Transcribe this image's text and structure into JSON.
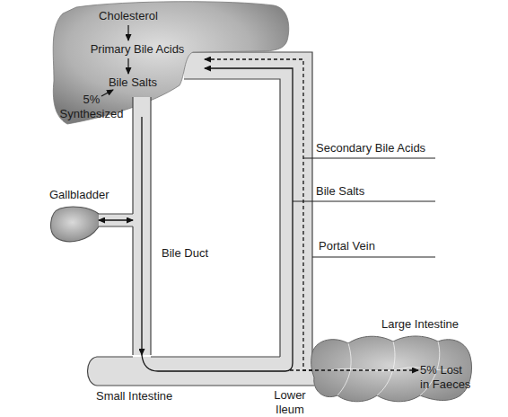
{
  "diagram": {
    "nodes": [
      {
        "text": [
          "Cholesterol",
          "Primary Bile Acids",
          "Bile Salts",
          "5% Synthesized"
        ]
      },
      {
        "text": [
          "Gallbladder"
        ]
      },
      {
        "text": [
          "Bile Duct"
        ]
      },
      {
        "text": [
          "Small Intestine"
        ]
      },
      {
        "text": [
          "Large Intestine",
          "5% Lost in Faeces"
        ]
      }
    ],
    "edges": [
      {
        "from": 0,
        "to": 3,
        "arrow": "to"
      },
      {
        "from": 1,
        "to": 2,
        "arrow": "both"
      },
      {
        "from": 3,
        "to": 0,
        "arrow": "to",
        "label": "Bile Salts"
      },
      {
        "from": 4,
        "to": 0,
        "arrow": "to",
        "label": "Secondary Bile Acids"
      }
    ],
    "labels": [
      "Portal Vein",
      "Lower Ileum"
    ]
  }
}
